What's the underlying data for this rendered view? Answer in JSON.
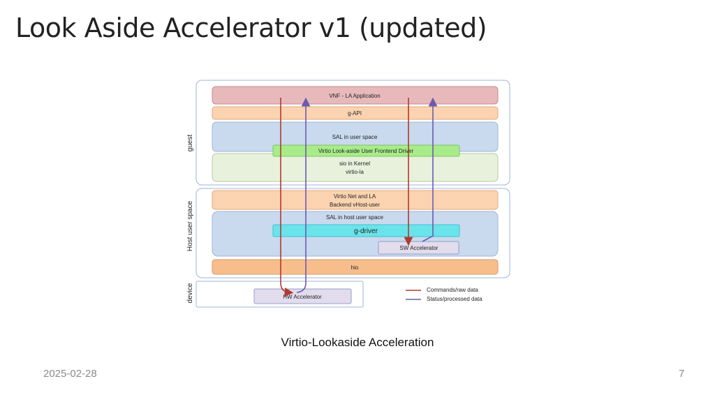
{
  "slide": {
    "title": "Look Aside Accelerator v1 (updated)",
    "caption": "Virtio-Lookaside Acceleration",
    "date": "2025-02-28",
    "page_number": "7"
  },
  "diagram": {
    "groups": {
      "guest": "guest",
      "host": "Host user space",
      "device": "device"
    },
    "blocks": {
      "vnf_app": "VNF - LA Application",
      "gapi": "g-API",
      "sal_user": "SAL in user space",
      "frontend_driver": "Virtio Look-aside User Frontend Driver",
      "sio_line1": "sio in Kernel",
      "sio_line2": "virtio-la",
      "backend_line1": "Virtio Net and LA",
      "backend_line2": "Backend vHost-user",
      "sal_host": "SAL in host user space",
      "gdriver": "g-driver",
      "sw_accel": "SW Accelerator",
      "hio": "hio",
      "hw_accel": "HW Accelerator"
    },
    "legend": {
      "commands": "Commands/raw data",
      "status": "Status/processed data"
    },
    "colors": {
      "vnf": "#e8b9bb",
      "orange_light": "#fbd3b0",
      "blue_layer": "#c9d9ee",
      "green_layer": "#e8f1dc",
      "green_bar": "#a8ec8a",
      "cyan_bar": "#6ae4ea",
      "hio": "#f7be8c",
      "accel_box": "#e3dcec",
      "cmd_arrow": "#b03a2e",
      "status_arrow": "#6b5bb0"
    }
  }
}
